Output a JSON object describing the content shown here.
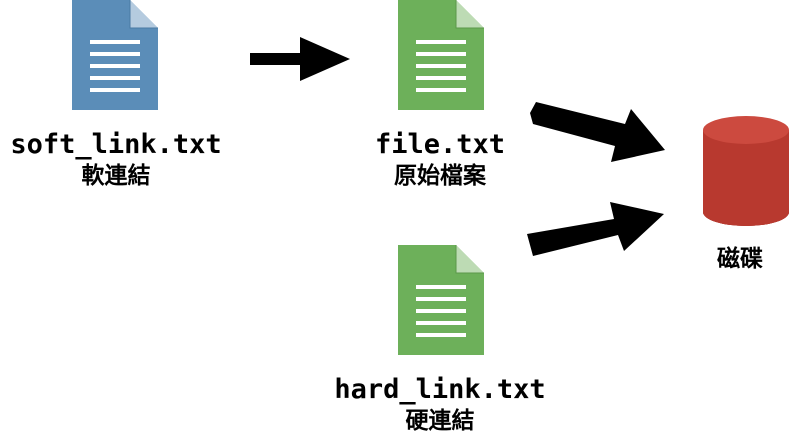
{
  "nodes": {
    "soft_link": {
      "filename": "soft_link.txt",
      "description": "軟連結",
      "icon": "document-icon",
      "color": "#5b8db8"
    },
    "file": {
      "filename": "file.txt",
      "description": "原始檔案",
      "icon": "document-icon",
      "color": "#6db05a"
    },
    "hard_link": {
      "filename": "hard_link.txt",
      "description": "硬連結",
      "icon": "document-icon",
      "color": "#6db05a"
    },
    "disk": {
      "description": "磁碟",
      "icon": "database-cylinder-icon",
      "color": "#b8392f"
    }
  },
  "edges": [
    {
      "from": "soft_link",
      "to": "file"
    },
    {
      "from": "file",
      "to": "disk"
    },
    {
      "from": "hard_link",
      "to": "disk"
    }
  ]
}
